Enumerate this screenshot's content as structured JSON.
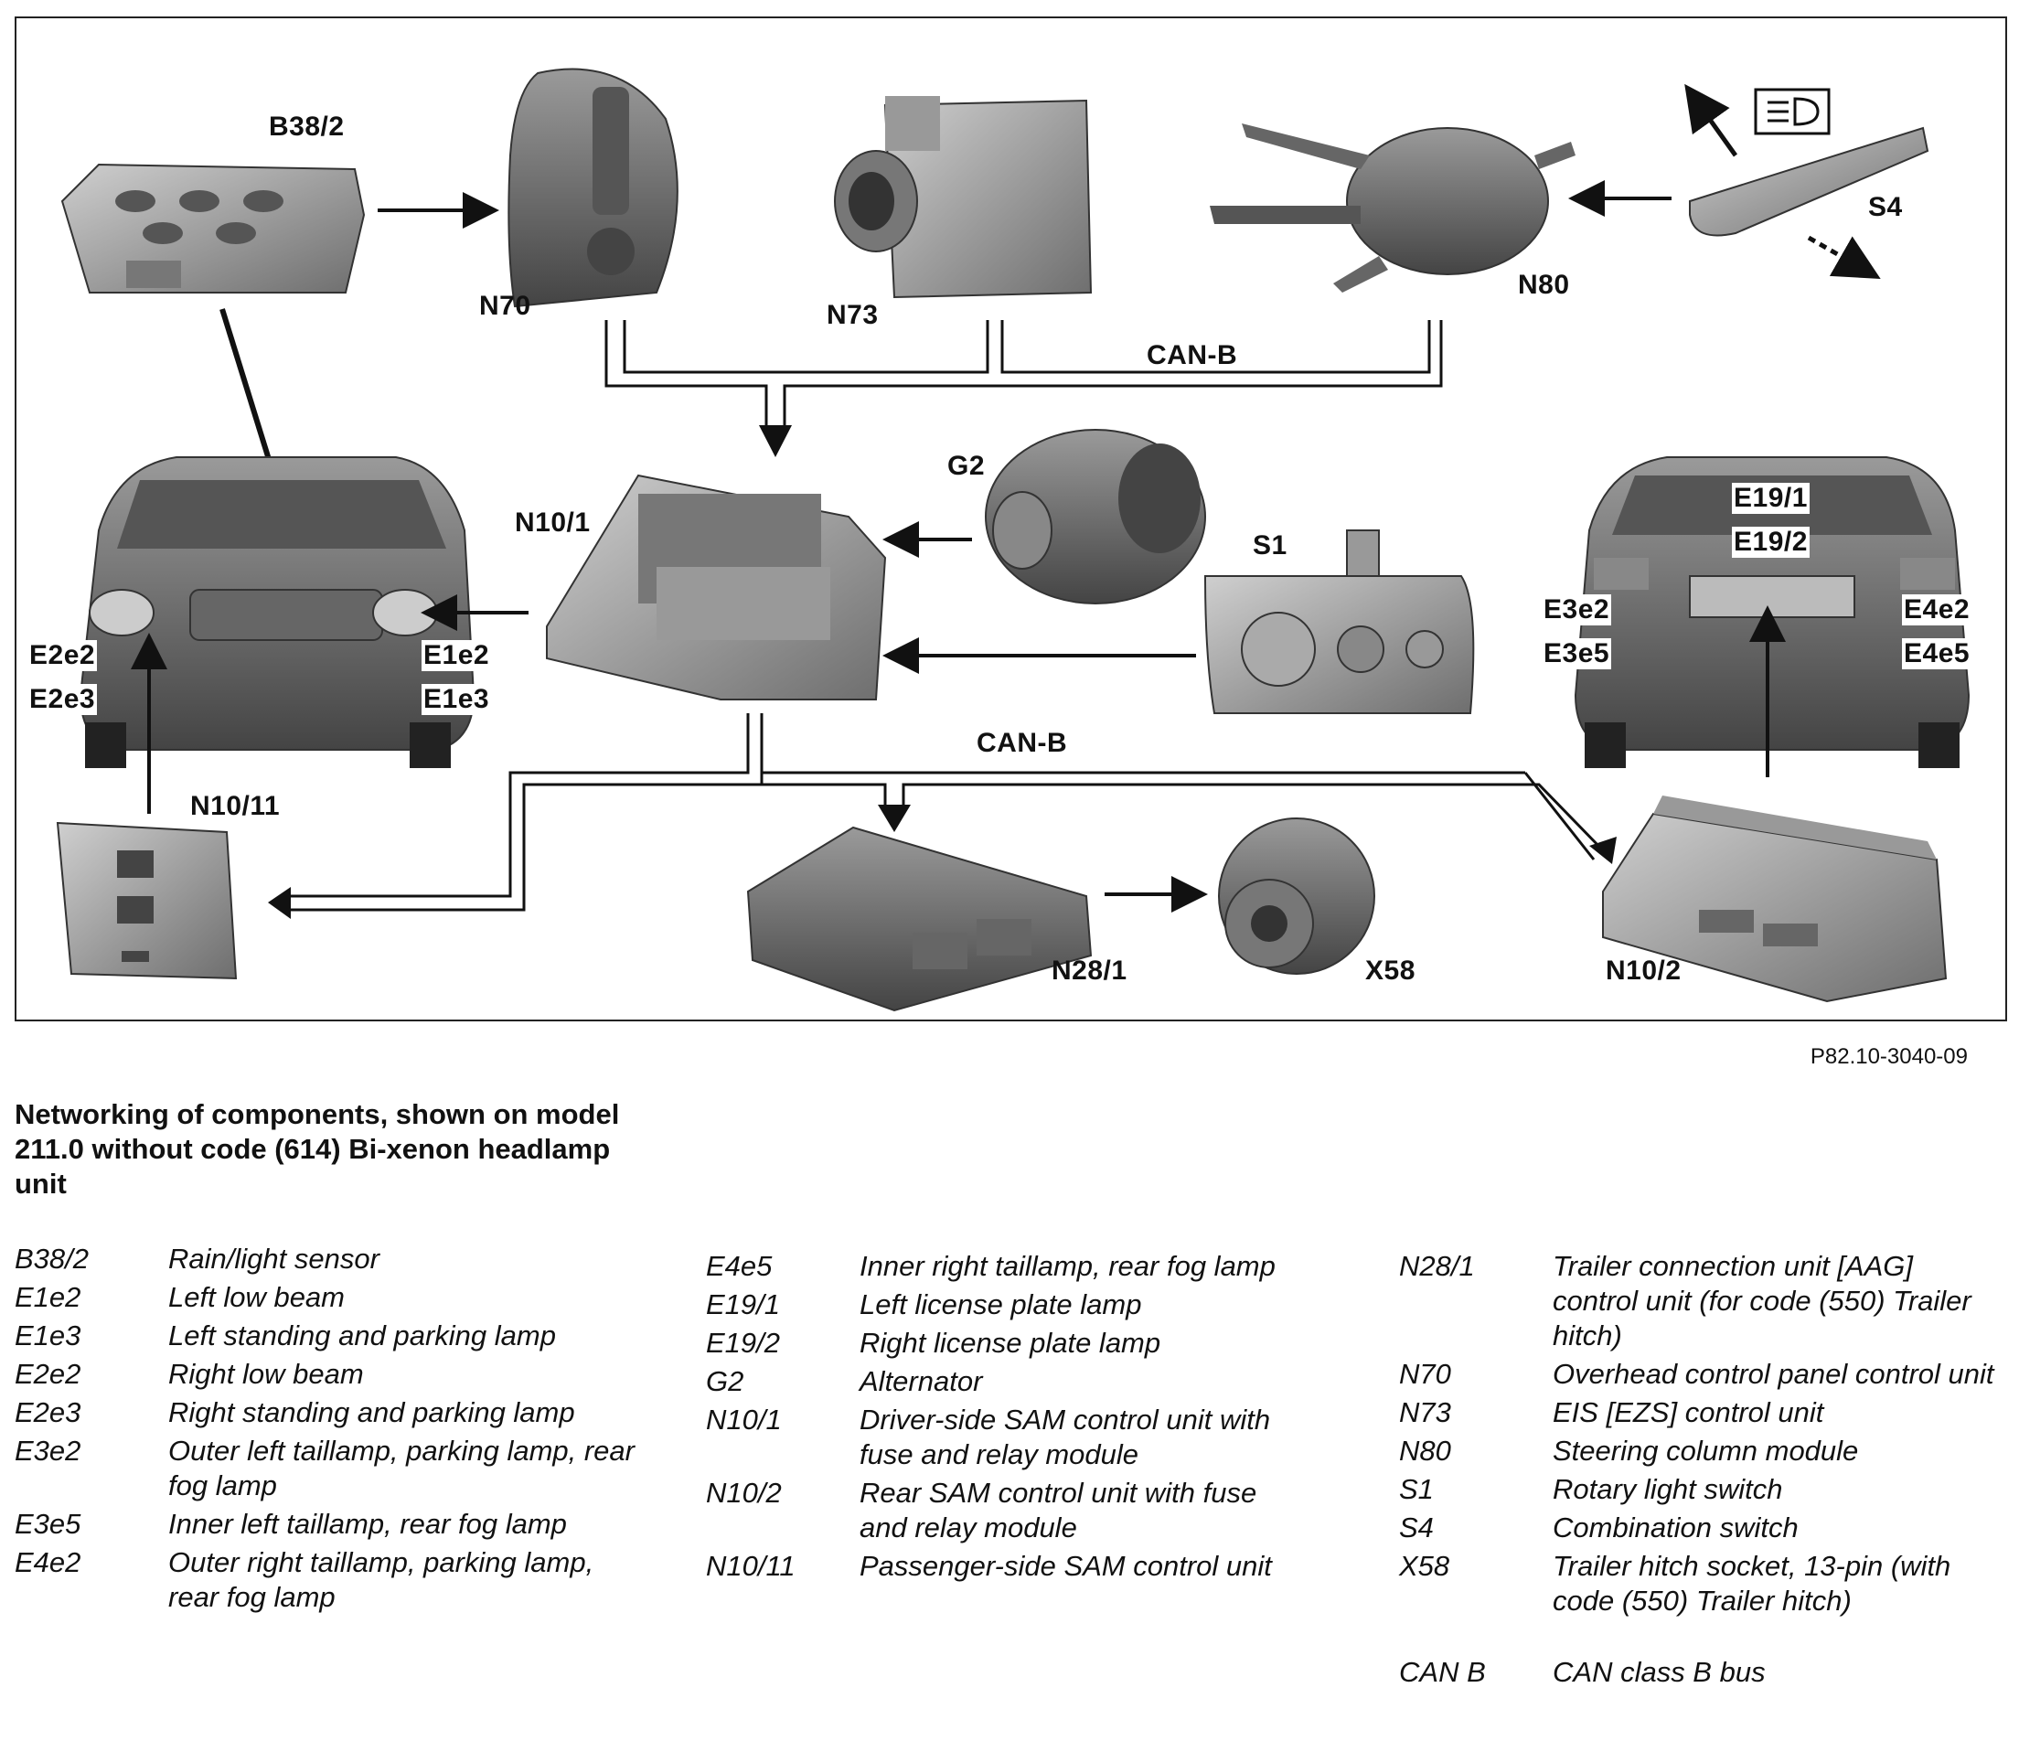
{
  "labels": {
    "b38_2": "B38/2",
    "n70": "N70",
    "n73": "N73",
    "n80": "N80",
    "s4": "S4",
    "can_b_top": "CAN-B",
    "g2": "G2",
    "n10_1": "N10/1",
    "s1": "S1",
    "e19_1": "E19/1",
    "e19_2": "E19/2",
    "e3e2": "E3e2",
    "e3e5": "E3e5",
    "e4e2": "E4e2",
    "e4e5": "E4e5",
    "e2e2": "E2e2",
    "e2e3": "E2e3",
    "e1e2": "E1e2",
    "e1e3": "E1e3",
    "n10_11": "N10/11",
    "can_b_bottom": "CAN-B",
    "n28_1": "N28/1",
    "x58": "X58",
    "n10_2": "N10/2"
  },
  "figure_ref": "P82.10-3040-09",
  "caption": "Networking of components, shown on model 211.0 without code (614) Bi-xenon headlamp unit",
  "legend": {
    "col1": [
      {
        "code": "B38/2",
        "desc": "Rain/light sensor"
      },
      {
        "code": "E1e2",
        "desc": "Left low beam"
      },
      {
        "code": "E1e3",
        "desc": "Left standing and parking lamp"
      },
      {
        "code": "E2e2",
        "desc": "Right low beam"
      },
      {
        "code": "E2e3",
        "desc": "Right standing and parking lamp"
      },
      {
        "code": "E3e2",
        "desc": "Outer left taillamp, parking lamp, rear fog lamp"
      },
      {
        "code": "E3e5",
        "desc": "Inner left taillamp, rear fog lamp"
      },
      {
        "code": "E4e2",
        "desc": "Outer right taillamp, parking lamp, rear fog lamp"
      }
    ],
    "col2": [
      {
        "code": "E4e5",
        "desc": "Inner right taillamp, rear fog lamp"
      },
      {
        "code": "E19/1",
        "desc": "Left license plate lamp"
      },
      {
        "code": "E19/2",
        "desc": "Right license plate lamp"
      },
      {
        "code": "G2",
        "desc": "Alternator"
      },
      {
        "code": "N10/1",
        "desc": "Driver-side SAM control unit with fuse and relay module"
      },
      {
        "code": "N10/2",
        "desc": "Rear SAM control unit with fuse and relay module"
      },
      {
        "code": "N10/11",
        "desc": "Passenger-side SAM control unit"
      }
    ],
    "col3": [
      {
        "code": "N28/1",
        "desc": "Trailer connection unit [AAG] control unit (for code (550) Trailer hitch)"
      },
      {
        "code": "N70",
        "desc": "Overhead control panel control unit"
      },
      {
        "code": "N73",
        "desc": "EIS [EZS] control unit"
      },
      {
        "code": "N80",
        "desc": "Steering column module"
      },
      {
        "code": "S1",
        "desc": "Rotary light switch"
      },
      {
        "code": "S4",
        "desc": "Combination switch"
      },
      {
        "code": "X58",
        "desc": "Trailer hitch socket, 13-pin (with code (550) Trailer hitch)"
      }
    ],
    "col3_extra": {
      "code": "CAN B",
      "desc": "CAN class B bus"
    }
  }
}
